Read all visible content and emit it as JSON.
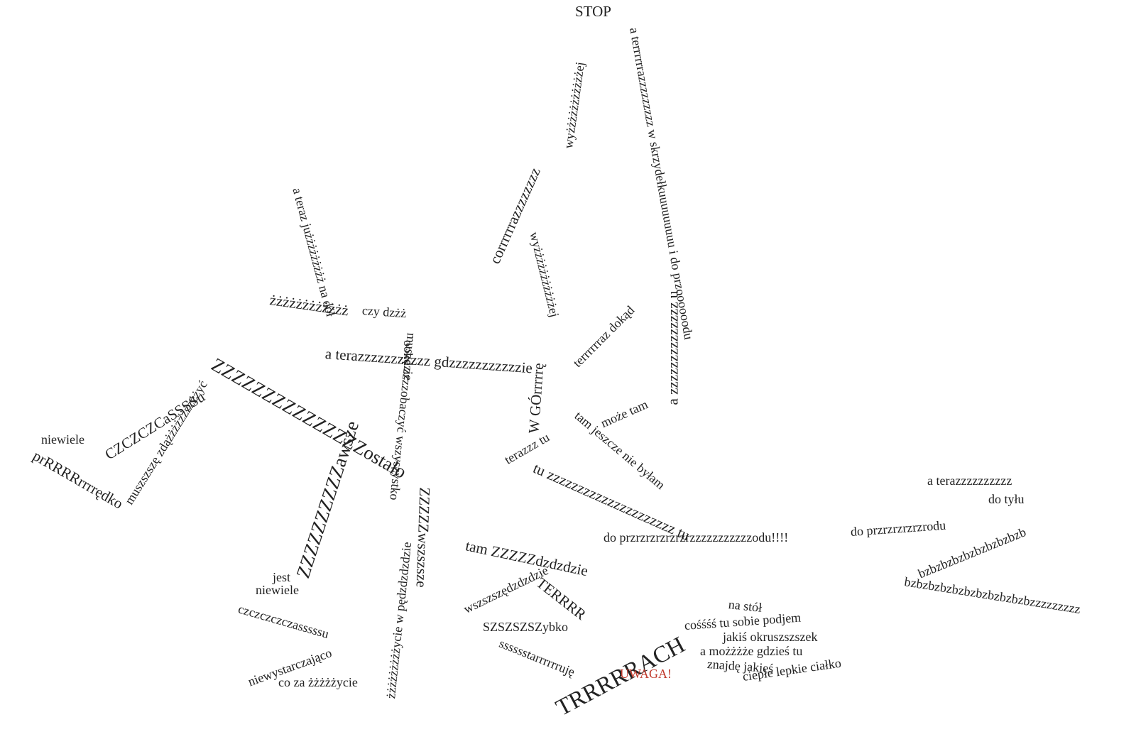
{
  "accent_color": "#c0392b",
  "phrases": [
    {
      "id": "stop",
      "text": "STOP"
    },
    {
      "id": "wyz1",
      "text": "wyżżżżżżżżżżżej"
    },
    {
      "id": "ateraz_top",
      "text": "a terrrrrrazzzzzzzzz w skrzydełkuuuuuuuuu i do przoooooodu"
    },
    {
      "id": "corrr",
      "text": "corrrrrrazzzzzzzz"
    },
    {
      "id": "wyz2",
      "text": "wyżżżżżżżżżżżej"
    },
    {
      "id": "wgore",
      "text": "W GÓrrrrrę"
    },
    {
      "id": "terazdokad",
      "text": "terrrrrraz dokąd"
    },
    {
      "id": "atjuz",
      "text": "a teraz jużżżżżżżżż na dół"
    },
    {
      "id": "zzzzdzz",
      "text": "żżżżżżżżżżżż"
    },
    {
      "id": "czydz",
      "text": "czy dzżż"
    },
    {
      "id": "ateraz_gdz",
      "text": "a terazzzzzzzzzzz gdzzzzzzzzzzzie"
    },
    {
      "id": "ookdzie",
      "text": "ookdzie"
    },
    {
      "id": "muszzob",
      "text": "muszę zzzzobaczyć wszyszystko"
    },
    {
      "id": "czczczc",
      "text": "CZCZCZCaSSSSu"
    },
    {
      "id": "zzzzlong",
      "text": "ZZZZZZZZZZZZZZZostało"
    },
    {
      "id": "niewiele1",
      "text": "niewiele"
    },
    {
      "id": "zdazy",
      "text": "muszszszę zdążżżżżżżżżżyć"
    },
    {
      "id": "rrrred",
      "text": "prRRRRrrrrędko"
    },
    {
      "id": "zzawsze",
      "text": "ZZZZZZZZZZawsze"
    },
    {
      "id": "jest",
      "text": "jest"
    },
    {
      "id": "niewiele2",
      "text": "niewiele"
    },
    {
      "id": "czczcz",
      "text": "czczczczczasssssu"
    },
    {
      "id": "niewyst",
      "text": "niewystarczająco"
    },
    {
      "id": "coza",
      "text": "co za żżżżżycie"
    },
    {
      "id": "pedz",
      "text": "żżżżżżżżżycie w pędzdzdzdzie"
    },
    {
      "id": "zzwsz",
      "text": "ZZZZZwszszsze"
    },
    {
      "id": "tam",
      "text": "tam ZZZZZdzdzdzie"
    },
    {
      "id": "terrr",
      "text": "TERRRR"
    },
    {
      "id": "wszszsz",
      "text": "wszszszędzdzdzie"
    },
    {
      "id": "szsz",
      "text": "SZSZSZSZybko"
    },
    {
      "id": "sssst",
      "text": "sssssstarrrrrruję"
    },
    {
      "id": "trrach",
      "text": "TRRRRRACH"
    },
    {
      "id": "uwaga",
      "text": "UWAGA!"
    },
    {
      "id": "terazztu",
      "text": "terazzz tu"
    },
    {
      "id": "tuzz",
      "text": "tu zzzzzzzzzzzzzzzzzzzzz tu"
    },
    {
      "id": "tamjesz",
      "text": "tam jeszcze nie byłam"
    },
    {
      "id": "mozetam",
      "text": "może tam"
    },
    {
      "id": "nazz",
      "text": "a zzzzzzzzzzzzzz u"
    },
    {
      "id": "doprz1",
      "text": "do przrzrzrzrzrzrzzzzzzzzzzzodu!!!!"
    },
    {
      "id": "doprz2",
      "text": "do przrzrzrzrzrodu"
    },
    {
      "id": "aterazr",
      "text": "a terazzzzzzzzzz"
    },
    {
      "id": "dotylu",
      "text": "do tyłu"
    },
    {
      "id": "bzbz1",
      "text": "bzbzbzbzbzbzbzbzbzb"
    },
    {
      "id": "bzbz2",
      "text": "bzbzbzbzbzbzbzbzbzbzbzzzzzzzzz"
    },
    {
      "id": "nastol",
      "text": "na stół"
    },
    {
      "id": "cosss",
      "text": "cośśśś tu sobie podjem"
    },
    {
      "id": "okrusz",
      "text": "jakiś okruszszszek"
    },
    {
      "id": "amozz",
      "text": "a możżżże gdzieś tu"
    },
    {
      "id": "znajde",
      "text": "znajdę jakieś"
    },
    {
      "id": "cieple",
      "text": "ciepłe lepkie ciałko"
    }
  ]
}
